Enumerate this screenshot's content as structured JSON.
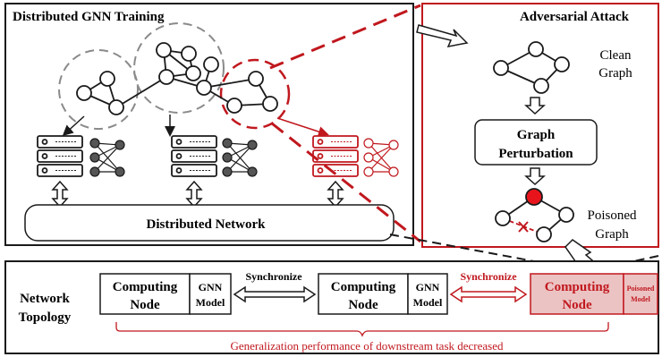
{
  "left_panel": {
    "title": "Distributed GNN Training",
    "network_label": "Distributed Network"
  },
  "right_panel": {
    "title": "Adversarial Attack",
    "clean_graph_line1": "Clean",
    "clean_graph_line2": "Graph",
    "perturbation_line1": "Graph",
    "perturbation_line2": "Perturbation",
    "poisoned_graph_line1": "Poisoned",
    "poisoned_graph_line2": "Graph"
  },
  "topology": {
    "label_line1": "Network",
    "label_line2": "Topology",
    "computing_node_line1": "Computing",
    "computing_node_line2": "Node",
    "gnn_model_line1": "GNN",
    "gnn_model_line2": "Model",
    "poisoned_model_line1": "Poisoned",
    "poisoned_model_line2": "Model",
    "synchronize": "Synchronize",
    "caption": "Generalization performance of downstream task decreased"
  },
  "colors": {
    "attack_red": "#c0181e",
    "poisoned_fill": "#ecc3c3",
    "poisoned_node": "#e8141c",
    "dark": "#1a1a1a",
    "gray_dash": "#8a8a8a"
  }
}
